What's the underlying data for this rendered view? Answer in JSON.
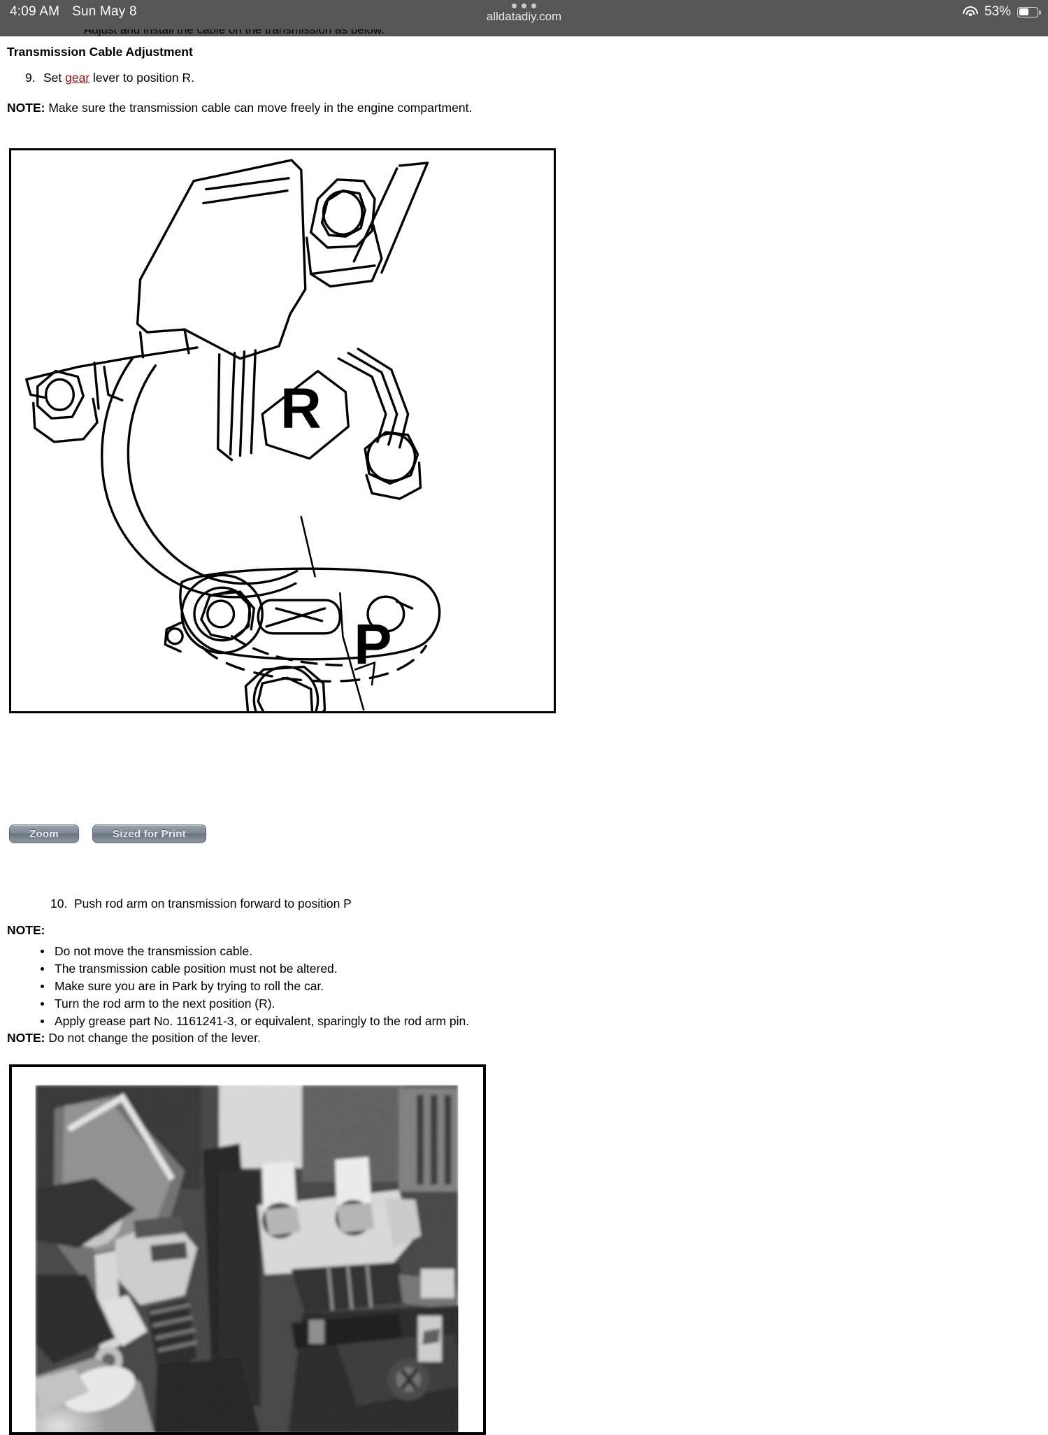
{
  "status_bar": {
    "time": "4:09 AM",
    "date": "Sun May 8",
    "url": "alldatadiy.com",
    "battery_percent": "53%",
    "wifi_icon": "wifi-icon",
    "battery_icon": "battery-icon",
    "tab_dots_icon": "three-dots-icon"
  },
  "document": {
    "clipped_top_line": "Adjust and install the cable on the transmission as below.",
    "heading": "Transmission Cable Adjustment",
    "step9": {
      "number": "9.",
      "before": "Set ",
      "link": "gear",
      "after": " lever to position R."
    },
    "note1": {
      "label": "NOTE:",
      "text": " Make sure the transmission cable can move freely in the engine compartment."
    },
    "figure1": {
      "label_r": "R",
      "label_p": "P",
      "caption": "transmission-cable-lever-diagram"
    },
    "toolbar": {
      "zoom_label": "Zoom",
      "print_label": "Sized for Print"
    },
    "step10": {
      "number": "10.",
      "text": "Push rod arm on transmission forward to position P"
    },
    "note2_label": "NOTE:",
    "bullets": [
      "Do not move the transmission cable.",
      "The transmission cable position must not be altered.",
      "Make sure you are in Park by trying to roll the car.",
      "Turn the rod arm to the next position (R).",
      "Apply grease part No. 1161241-3, or equivalent, sparingly to the rod arm pin."
    ],
    "note3": {
      "label": "NOTE:",
      "text": " Do not change the position of the lever."
    },
    "figure2": {
      "caption": "transmission-linkage-photo"
    }
  },
  "colors": {
    "statusbar_bg": "#565656",
    "link": "#8a0f16",
    "text": "#000000",
    "page_bg": "#ffffff"
  }
}
